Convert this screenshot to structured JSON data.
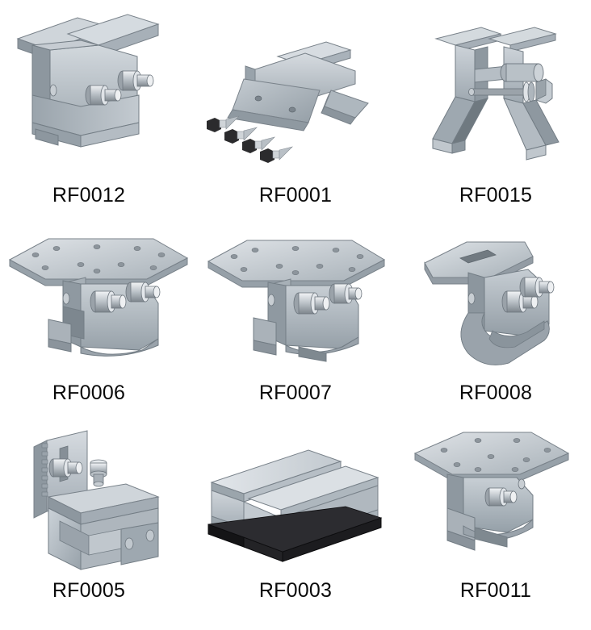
{
  "page": {
    "title": "Roof Mounting Clamp Product Grid",
    "background_color": "#ffffff",
    "columns": 3,
    "rows": 3
  },
  "palette": {
    "metal_light": "#d8dde1",
    "metal_mid": "#b7bfc6",
    "metal_base": "#a3acb4",
    "metal_dark": "#8d979f",
    "metal_shadow": "#737d85",
    "metal_edge": "#6d767e",
    "steel_bright": "#e6e9ec",
    "steel_mid": "#b5bbc0",
    "steel_dark": "#7d858c",
    "rubber_black": "#1f1f21",
    "screw_head": "#2b2b2d",
    "label_color": "#0a0a0a",
    "outline": "#69727a"
  },
  "products": [
    {
      "id": "RF0012",
      "label": "RF0012",
      "type": "seam-clamp-double-bolt",
      "row": 1,
      "col": 1,
      "parts": [
        "upper rail body",
        "lower clamp jaw",
        "two cylindrical set bolts"
      ],
      "accent_color": "#a3acb4"
    },
    {
      "id": "RF0001",
      "label": "RF0001",
      "type": "trapezoidal-roof-bracket-with-screws",
      "row": 1,
      "col": 2,
      "parts": [
        "folded sheet bracket",
        "top rail profile",
        "four hex-head self-drilling screws"
      ],
      "screw_count": 4,
      "accent_color": "#a3acb4"
    },
    {
      "id": "RF0015",
      "label": "RF0015",
      "type": "standing-seam-clamp-H-profile",
      "row": 1,
      "col": 3,
      "parts": [
        "twin H-profile jaws",
        "through bolt",
        "hex nut with washer",
        "two splayed feet"
      ],
      "accent_color": "#a3acb4"
    },
    {
      "id": "RF0006",
      "label": "RF0006",
      "type": "seam-clamp-with-mounting-plate",
      "row": 2,
      "col": 1,
      "parts": [
        "perforated top mounting plate",
        "curved clamp jaw",
        "three set bolts"
      ],
      "hole_count": 10,
      "accent_color": "#a3acb4"
    },
    {
      "id": "RF0007",
      "label": "RF0007",
      "type": "seam-clamp-with-mounting-plate-variant",
      "row": 2,
      "col": 2,
      "parts": [
        "perforated top mounting plate",
        "hooked clamp jaw",
        "three set bolts"
      ],
      "hole_count": 10,
      "accent_color": "#a3acb4"
    },
    {
      "id": "RF0008",
      "label": "RF0008",
      "type": "round-seam-clamp-with-slotted-tab",
      "row": 2,
      "col": 3,
      "parts": [
        "slotted flat tab",
        "round-profile gripping jaw",
        "three set bolts"
      ],
      "slot_count": 1,
      "accent_color": "#a3acb4"
    },
    {
      "id": "RF0005",
      "label": "RF0005",
      "type": "adjustable-L-bracket-clamp",
      "row": 3,
      "col": 1,
      "parts": [
        "serrated vertical plate",
        "slotted adjustment",
        "set bolt",
        "knurled stud",
        "U-channel base"
      ],
      "accent_color": "#a3acb4"
    },
    {
      "id": "RF0003",
      "label": "RF0003",
      "type": "mid-rail-profile-with-rubber-pad",
      "row": 3,
      "col": 2,
      "parts": [
        "extruded aluminium I-profile rail",
        "black EPDM rubber base pad"
      ],
      "pad_color": "#1f1f21",
      "accent_color": "#b7bfc6"
    },
    {
      "id": "RF0011",
      "label": "RF0011",
      "type": "clamp-with-square-mounting-plate",
      "row": 3,
      "col": 3,
      "parts": [
        "square perforated mounting plate",
        "angled clamp jaw",
        "single set bolt"
      ],
      "hole_count": 9,
      "accent_color": "#a3acb4"
    }
  ]
}
